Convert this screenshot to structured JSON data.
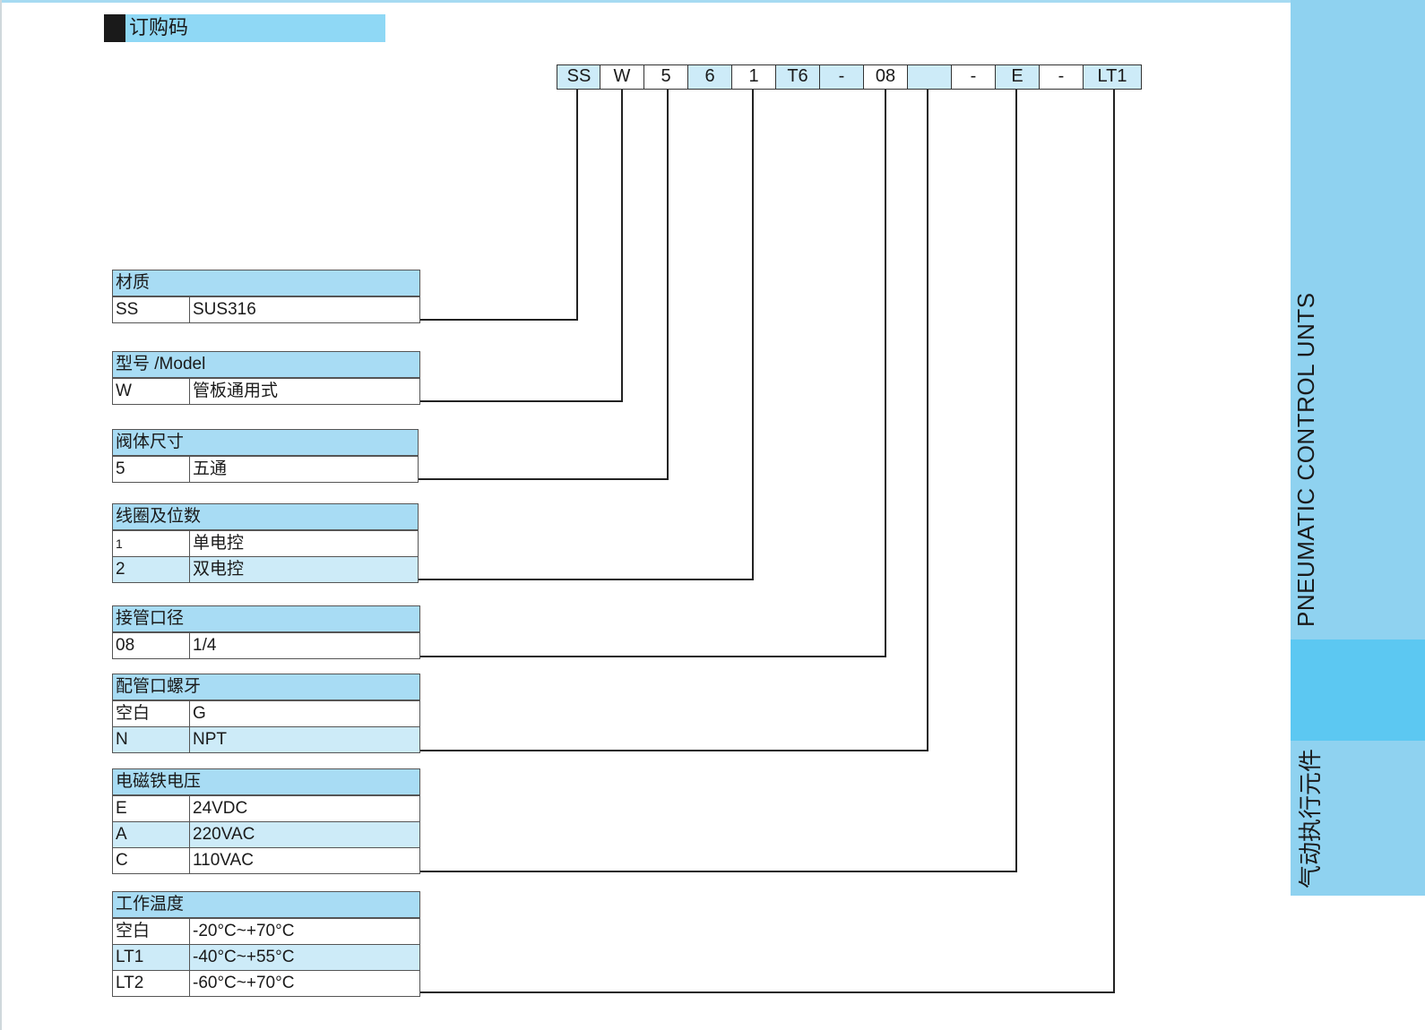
{
  "header": {
    "title": "订购码"
  },
  "code_boxes": [
    {
      "text": "SS",
      "fill": "light"
    },
    {
      "text": "W",
      "fill": "white"
    },
    {
      "text": "5",
      "fill": "white"
    },
    {
      "text": "6",
      "fill": "light"
    },
    {
      "text": "1",
      "fill": "white"
    },
    {
      "text": "T6",
      "fill": "light"
    },
    {
      "text": "-",
      "fill": "light"
    },
    {
      "text": "08",
      "fill": "white"
    },
    {
      "text": "",
      "fill": "light"
    },
    {
      "text": "-",
      "fill": "white"
    },
    {
      "text": "E",
      "fill": "light"
    },
    {
      "text": "-",
      "fill": "white"
    },
    {
      "text": "LT1",
      "fill": "light"
    }
  ],
  "tables": [
    {
      "title": "材质",
      "rows": [
        {
          "code": "SS",
          "desc": "SUS316"
        }
      ]
    },
    {
      "title": "型号 /Model",
      "rows": [
        {
          "code": "W",
          "desc": "管板通用式"
        }
      ]
    },
    {
      "title": "阀体尺寸",
      "rows": [
        {
          "code": "5",
          "desc": "五通"
        }
      ]
    },
    {
      "title": "线圈及位数",
      "rows": [
        {
          "code": "1",
          "desc": "单电控"
        },
        {
          "code": "2",
          "desc": "双电控"
        }
      ]
    },
    {
      "title": "接管口径",
      "rows": [
        {
          "code": "08",
          "desc": "1/4"
        }
      ]
    },
    {
      "title": "配管口螺牙",
      "rows": [
        {
          "code": "空白",
          "desc": "G"
        },
        {
          "code": "N",
          "desc": "NPT"
        }
      ]
    },
    {
      "title": "电磁铁电压",
      "rows": [
        {
          "code": "E",
          "desc": "24VDC"
        },
        {
          "code": "A",
          "desc": "220VAC"
        },
        {
          "code": "C",
          "desc": "110VAC"
        }
      ]
    },
    {
      "title": "工作温度",
      "rows": [
        {
          "code": "空白",
          "desc": "-20°C~+70°C"
        },
        {
          "code": "LT1",
          "desc": "-40°C~+55°C"
        },
        {
          "code": "LT2",
          "desc": "-60°C~+70°C"
        }
      ]
    }
  ],
  "side": {
    "english": "PNEUMATIC CONTROL UNTS",
    "chinese": "气动执行元件"
  },
  "colors": {
    "header_bar": "#8fd8f5",
    "table_head": "#a8dcf4",
    "row_alt": "#cdebf8",
    "side_bar": "#8fd2f0",
    "side_band": "#5cc8f2"
  }
}
